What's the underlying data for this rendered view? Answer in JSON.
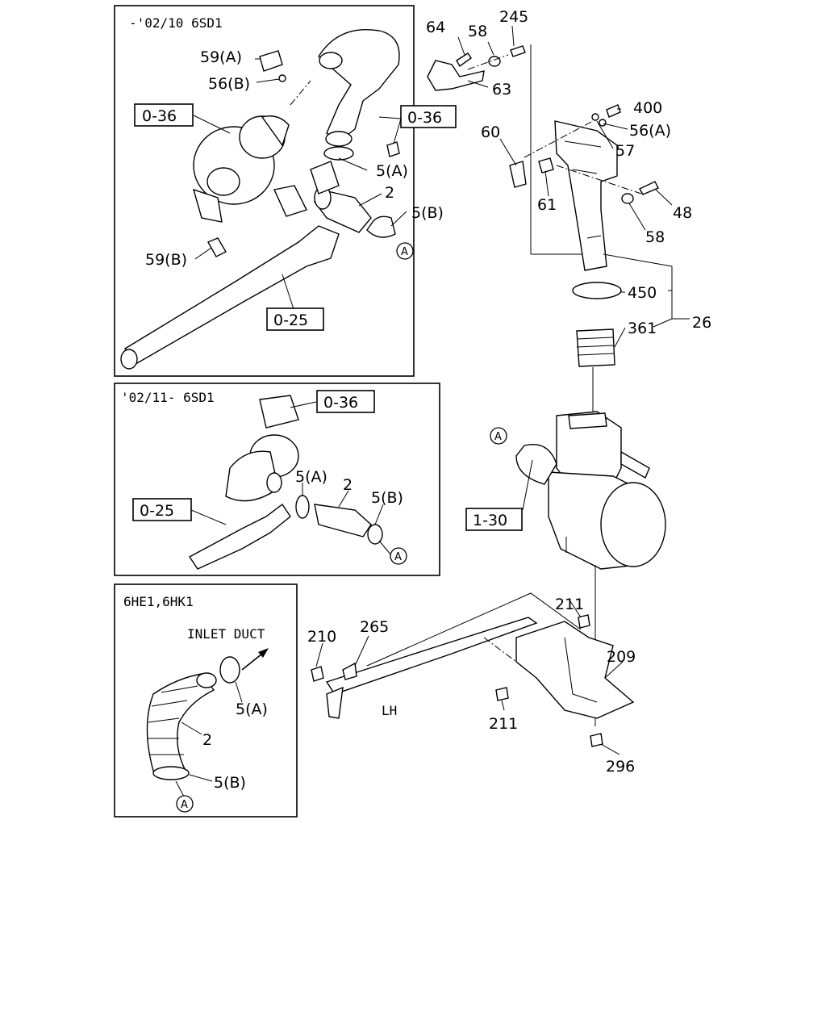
{
  "panels": {
    "p1_caption": "-'02/10 6SD1",
    "p2_caption": "'02/11- 6SD1",
    "p3_caption": "6HE1,6HK1",
    "p3_note": "INLET DUCT"
  },
  "refs": {
    "r036a": "0-36",
    "r036b": "0-36",
    "r025a": "0-25",
    "r036c": "0-36",
    "r025b": "0-25",
    "r130": "1-30"
  },
  "markers": {
    "a": "A"
  },
  "labels": {
    "l59a": "59(A)",
    "l56b": "56(B)",
    "l5a_1": "5(A)",
    "l2_1": "2",
    "l5b_1": "5(B)",
    "l59b": "59(B)",
    "l5a_2": "5(A)",
    "l2_2": "2",
    "l5b_2": "5(B)",
    "l5a_3": "5(A)",
    "l2_3": "2",
    "l5b_3": "5(B)",
    "l64": "64",
    "l58a": "58",
    "l245": "245",
    "l63": "63",
    "l400": "400",
    "l56a": "56(A)",
    "l60": "60",
    "l57": "57",
    "l61": "61",
    "l48": "48",
    "l58b": "58",
    "l450": "450",
    "l26": "26",
    "l361": "361",
    "l211a": "211",
    "l265": "265",
    "l210": "210",
    "l209": "209",
    "l211b": "211",
    "l296": "296",
    "lLH": "LH"
  }
}
